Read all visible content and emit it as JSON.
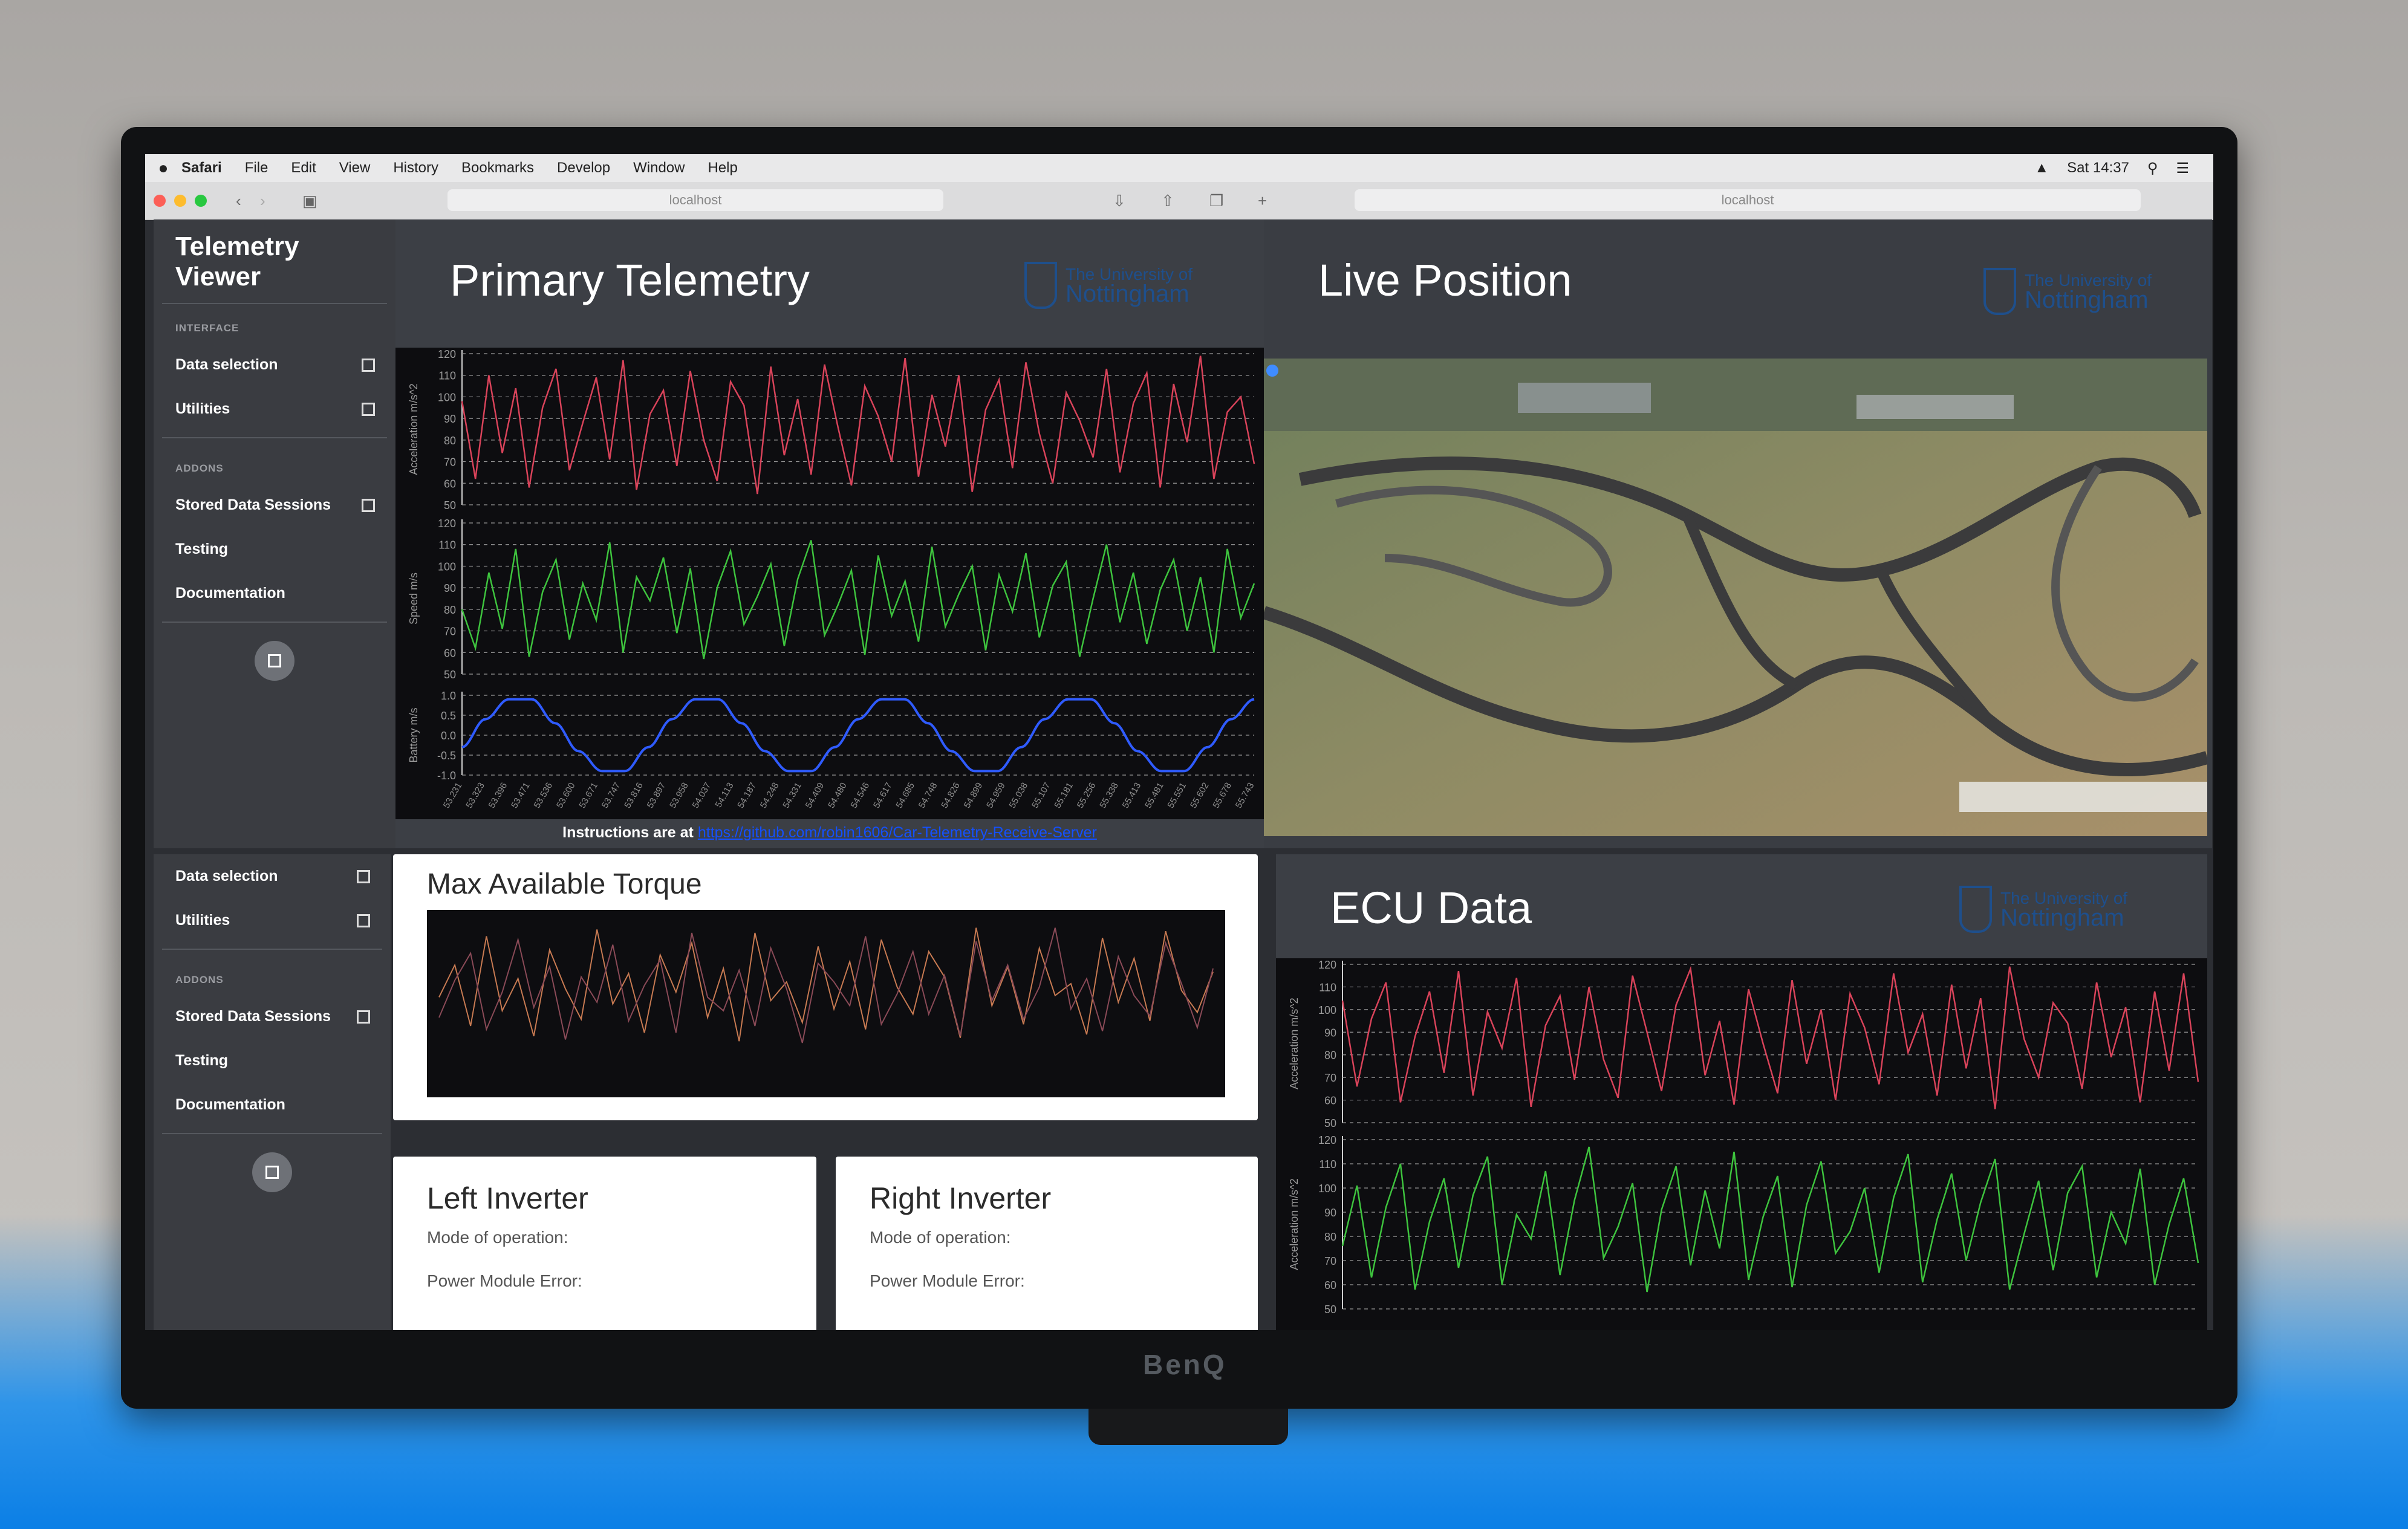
{
  "menubar": {
    "app": "Safari",
    "items": [
      "File",
      "Edit",
      "View",
      "History",
      "Bookmarks",
      "Develop",
      "Window",
      "Help"
    ],
    "clock": "Sat 14:37"
  },
  "browser": {
    "left_url": "localhost",
    "right_url": "localhost"
  },
  "sidebar_top": {
    "title": "Telemetry Viewer",
    "section_interface": "INTERFACE",
    "data_selection": "Data selection",
    "utilities": "Utilities",
    "section_addons": "ADDONS",
    "stored_sessions": "Stored Data Sessions",
    "testing": "Testing",
    "documentation": "Documentation"
  },
  "sidebar_bottom": {
    "data_selection": "Data selection",
    "utilities": "Utilities",
    "section_addons": "ADDONS",
    "stored_sessions": "Stored Data Sessions",
    "testing": "Testing",
    "documentation": "Documentation"
  },
  "logo": {
    "line1": "The University of",
    "line2": "Nottingham"
  },
  "primary": {
    "title": "Primary Telemetry",
    "instructions_prefix": "Instructions are at",
    "instructions_link": "https://github.com/robin1606/Car-Telemetry-Receive-Server"
  },
  "live": {
    "title": "Live Position"
  },
  "torque": {
    "title": "Max Available Torque"
  },
  "left_inverter": {
    "title": "Left Inverter",
    "mode": "Mode of operation:",
    "error": "Power Module Error:"
  },
  "right_inverter": {
    "title": "Right Inverter",
    "mode": "Mode of operation:",
    "error": "Power Module Error:"
  },
  "ecu": {
    "title": "ECU Data"
  },
  "monitor_brand": "BenQ",
  "colors": {
    "red_series": "#d9435a",
    "green_series": "#3ec43e",
    "blue_series": "#2f5bff",
    "chart_bg": "#0d0d10",
    "panel_bg": "#3c3f45"
  },
  "chart_data": [
    {
      "type": "line",
      "ylabel": "Acceleration m/s^2",
      "ylim": [
        50,
        120
      ],
      "yticks": [
        120,
        110,
        100,
        90,
        80,
        70,
        60,
        50
      ],
      "series": [
        {
          "values": [
            98,
            62,
            110,
            74,
            104,
            58,
            95,
            113,
            66,
            88,
            109,
            71,
            117,
            57,
            92,
            103,
            68,
            112,
            80,
            61,
            107,
            96,
            55,
            114,
            73,
            99,
            64,
            115,
            86,
            59,
            105,
            91,
            70,
            118,
            63,
            101,
            77,
            110,
            56,
            94,
            108,
            67,
            116,
            83,
            60,
            102,
            89,
            72,
            113,
            65,
            97,
            111,
            58,
            106,
            79,
            119,
            62,
            93,
            100,
            69
          ]
        }
      ]
    },
    {
      "type": "line",
      "ylabel": "Speed m/s",
      "ylim": [
        50,
        120
      ],
      "yticks": [
        120,
        110,
        100,
        90,
        80,
        70,
        60,
        50
      ],
      "series": [
        {
          "values": [
            80,
            62,
            97,
            71,
            108,
            58,
            88,
            103,
            66,
            92,
            75,
            111,
            60,
            95,
            84,
            104,
            69,
            99,
            57,
            90,
            107,
            73,
            86,
            101,
            63,
            94,
            112,
            68,
            82,
            98,
            59,
            105,
            77,
            93,
            65,
            109,
            72,
            87,
            100,
            61,
            96,
            79,
            106,
            67,
            91,
            102,
            58,
            85,
            110,
            74,
            97,
            64,
            89,
            103,
            70,
            95,
            60,
            108,
            76,
            92
          ]
        }
      ]
    },
    {
      "type": "line",
      "ylabel": "Battery m/s",
      "ylim": [
        -1.0,
        1.0
      ],
      "yticks": [
        1.0,
        0.5,
        0,
        -0.5,
        -1.0
      ],
      "xticklabels": [
        "53.231",
        "53.323",
        "53.396",
        "53.471",
        "53.536",
        "53.600",
        "53.671",
        "53.747",
        "53.816",
        "53.897",
        "53.958",
        "54.037",
        "54.113",
        "54.187",
        "54.248",
        "54.331",
        "54.409",
        "54.480",
        "54.546",
        "54.617",
        "54.685",
        "54.748",
        "54.826",
        "54.899",
        "54.959",
        "55.038",
        "55.107",
        "55.181",
        "55.256",
        "55.338",
        "55.413",
        "55.481",
        "55.551",
        "55.602",
        "55.678",
        "55.743"
      ],
      "series": [
        {
          "values": [
            -0.3,
            0.4,
            0.9,
            0.9,
            0.3,
            -0.4,
            -0.9,
            -0.9,
            -0.3,
            0.4,
            0.9,
            0.9,
            0.3,
            -0.4,
            -0.9,
            -0.9,
            -0.3,
            0.4,
            0.9,
            0.9,
            0.3,
            -0.4,
            -0.9,
            -0.9,
            -0.3,
            0.4,
            0.9,
            0.9,
            0.3,
            -0.4,
            -0.9,
            -0.9,
            -0.3,
            0.4,
            0.9
          ]
        }
      ]
    },
    {
      "type": "line",
      "ylabel": "Acceleration m/s^2",
      "ylim": [
        50,
        120
      ],
      "yticks": [
        120,
        110,
        100,
        90,
        80,
        70,
        60,
        50
      ],
      "series": [
        {
          "values": [
            104,
            66,
            96,
            112,
            59,
            88,
            108,
            72,
            117,
            62,
            99,
            83,
            114,
            57,
            93,
            106,
            69,
            110,
            78,
            61,
            115,
            90,
            64,
            102,
            118,
            71,
            95,
            58,
            109,
            85,
            63,
            113,
            76,
            100,
            60,
            107,
            92,
            67,
            116,
            81,
            98,
            62,
            111,
            74,
            105,
            56,
            119,
            87,
            70,
            103,
            94,
            65,
            112,
            79,
            101,
            59,
            108,
            73,
            116,
            68
          ]
        }
      ]
    },
    {
      "type": "line",
      "ylabel": "Acceleration m/s^2",
      "ylim": [
        50,
        120
      ],
      "yticks": [
        120,
        110,
        100,
        90,
        80,
        70,
        60,
        50
      ],
      "series": [
        {
          "values": [
            76,
            101,
            63,
            92,
            110,
            58,
            86,
            104,
            67,
            97,
            113,
            60,
            89,
            79,
            107,
            64,
            95,
            117,
            71,
            84,
            102,
            57,
            91,
            109,
            68,
            99,
            75,
            115,
            62,
            88,
            105,
            59,
            93,
            111,
            73,
            82,
            100,
            65,
            96,
            114,
            61,
            87,
            106,
            70,
            94,
            112,
            58,
            81,
            103,
            66,
            98,
            109,
            63,
            90,
            77,
            108,
            60,
            85,
            104,
            69
          ]
        }
      ]
    },
    {
      "type": "line",
      "series": [
        {
          "values": [
            52,
            71,
            35,
            88,
            44,
            63,
            29,
            80,
            57,
            39,
            92,
            48,
            66,
            31,
            77,
            55,
            84,
            40,
            69,
            26,
            90,
            50,
            61,
            37,
            82,
            45,
            73,
            33,
            86,
            58,
            42,
            79,
            64,
            28,
            93,
            47,
            70,
            36,
            81,
            53,
            60,
            30,
            87,
            49,
            75,
            38,
            91,
            56,
            43,
            67
          ]
        },
        {
          "values": [
            40,
            62,
            78,
            33,
            55,
            86,
            46,
            70,
            27,
            64,
            49,
            83,
            38,
            59,
            74,
            31,
            90,
            52,
            44,
            68,
            35,
            81,
            57,
            25,
            72,
            61,
            47,
            88,
            36,
            54,
            79,
            42,
            65,
            29,
            85,
            50,
            71,
            39,
            58,
            93,
            45,
            63,
            32,
            76,
            53,
            41,
            84,
            60,
            34,
            69
          ]
        }
      ]
    }
  ]
}
